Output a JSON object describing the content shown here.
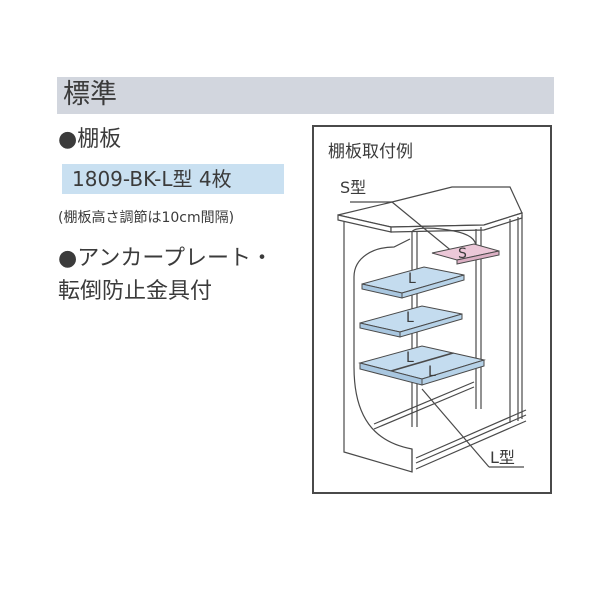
{
  "header": {
    "title": "標準"
  },
  "shelf_section": {
    "bullet_title": "●棚板",
    "spec": "1809-BK-L型 4枚",
    "note": "(棚板高さ調節は10cm間隔)"
  },
  "anchor_section": {
    "line1": "●アンカープレート・",
    "line2": "転倒防止金具付"
  },
  "diagram": {
    "title": "棚板取付例",
    "label_s_type": "S型",
    "label_l_type": "L型",
    "shelf_marks": [
      "S",
      "L",
      "L",
      "L",
      "L"
    ],
    "colors": {
      "l_shelf": "#c4dcef",
      "s_shelf": "#ecc8d8",
      "outline": "#4a4a4a"
    }
  }
}
